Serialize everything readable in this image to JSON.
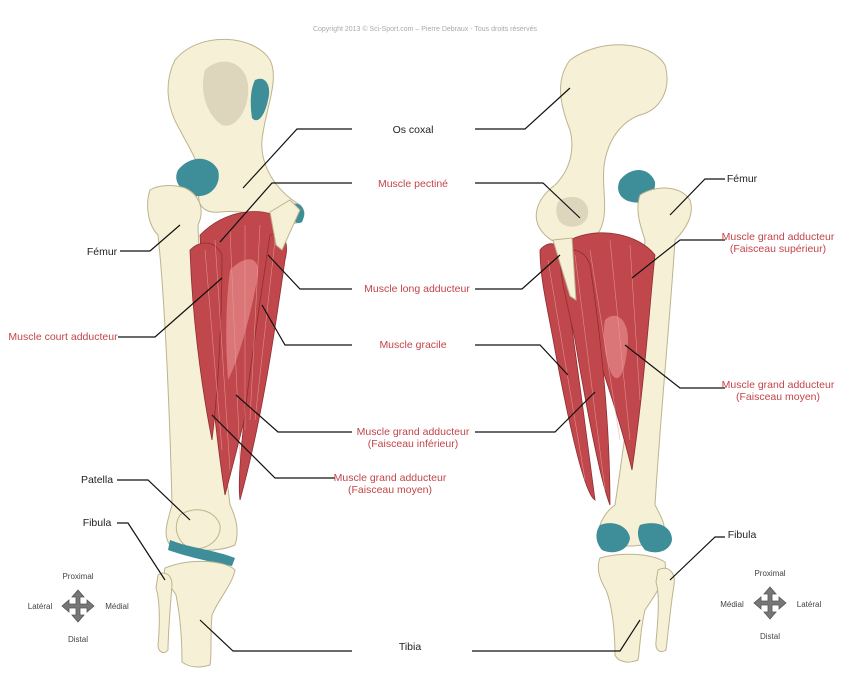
{
  "copyright": "Copyright 2013 © Sci-Sport.com – Pierre Debraux - Tous droits réservés",
  "labels": {
    "os_coxal": "Os coxal",
    "pectine": "Muscle pectiné",
    "long_adducteur": "Muscle long adducteur",
    "gracile": "Muscle gracile",
    "grand_add_inf_1": "Muscle grand adducteur",
    "grand_add_inf_2": "(Faisceau inférieur)",
    "grand_add_moy_1": "Muscle grand adducteur",
    "grand_add_moy_2": "(Faisceau moyen)",
    "femur_left": "Fémur",
    "court_adducteur": "Muscle court adducteur",
    "patella": "Patella",
    "fibula_left": "Fibula",
    "tibia": "Tibia",
    "femur_right": "Fémur",
    "grand_add_sup_1": "Muscle grand adducteur",
    "grand_add_sup_2": "(Faisceau supérieur)",
    "grand_add_moy_r_1": "Muscle grand adducteur",
    "grand_add_moy_r_2": "(Faisceau moyen)",
    "fibula_right": "Fibula"
  },
  "compass_left": {
    "top": "Proximal",
    "left": "Latéral",
    "right": "Médial",
    "bottom": "Distal"
  },
  "compass_right": {
    "top": "Proximal",
    "left": "Médial",
    "right": "Latéral",
    "bottom": "Distal"
  },
  "colors": {
    "muscle": "#c0474b",
    "bone": "#f6f0d6",
    "cartilage": "#3d8e98",
    "muscle_label": "#c3444a"
  }
}
